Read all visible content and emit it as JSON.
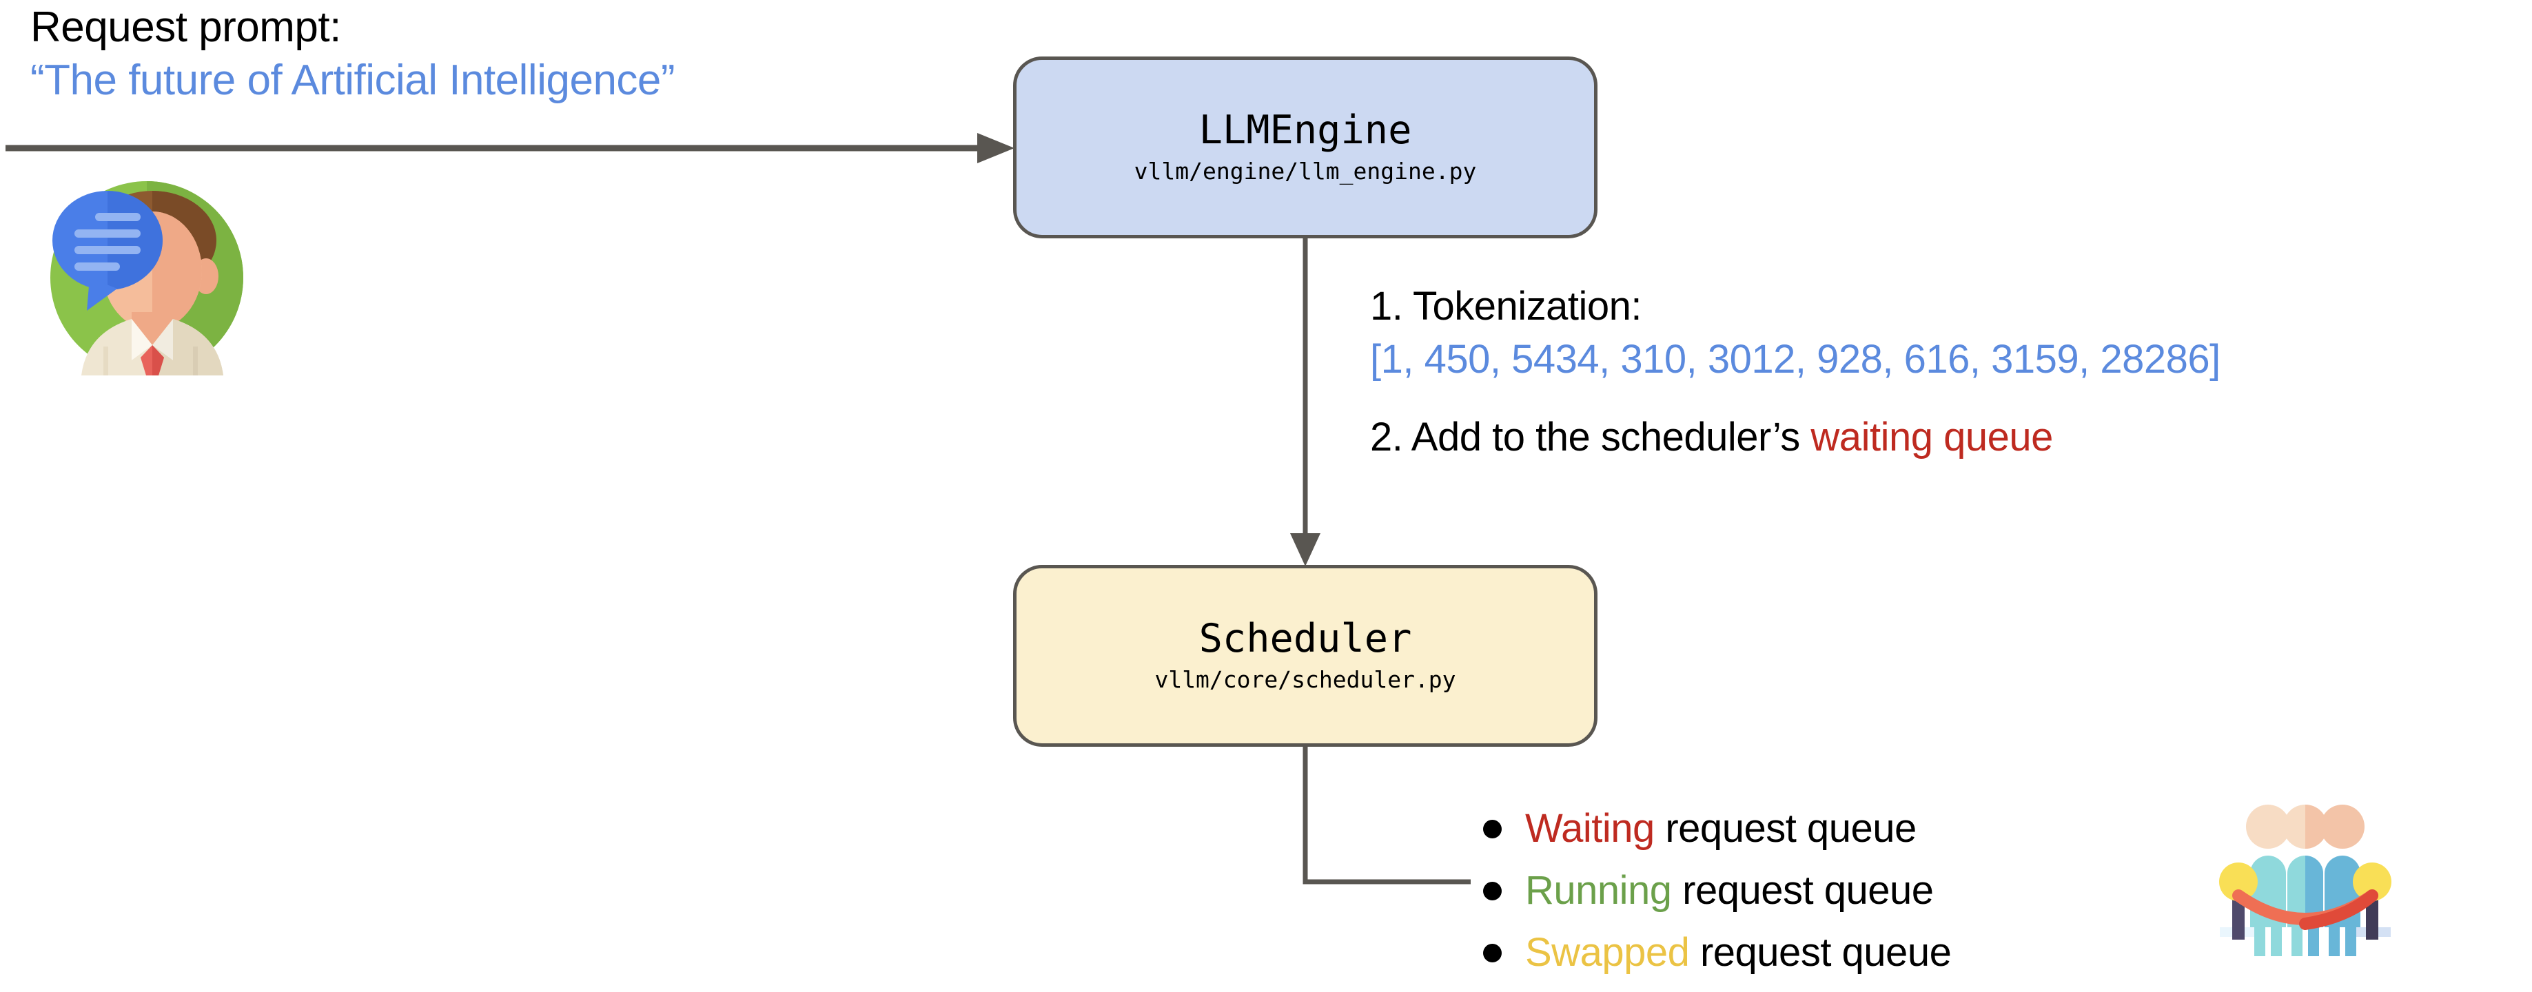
{
  "prompt": {
    "label": "Request prompt:",
    "text": "“The future of Artificial Intelligence”"
  },
  "nodes": {
    "llm_engine": {
      "title": "LLMEngine",
      "subtitle": "vllm/engine/llm_engine.py",
      "fill": "#ccd9f2",
      "border": "#595651"
    },
    "scheduler": {
      "title": "Scheduler",
      "subtitle": "vllm/core/scheduler.py",
      "fill": "#fbf0cf",
      "border": "#595651"
    }
  },
  "steps": {
    "step1_label": "1. Tokenization:",
    "step1_tokens": "[1, 450, 5434, 310, 3012, 928, 616, 3159, 28286]",
    "step2_prefix": "2. Add to the scheduler’s ",
    "step2_highlight": "waiting queue"
  },
  "queues": {
    "items": [
      {
        "keyword": "Waiting",
        "rest": " request queue",
        "color": "#be2a20"
      },
      {
        "keyword": "Running",
        "rest": " request queue",
        "color": "#6ba04a"
      },
      {
        "keyword": "Swapped",
        "rest": " request queue",
        "color": "#ebc344"
      }
    ]
  },
  "icons": {
    "user_avatar": "user-avatar-with-speech-bubble-icon",
    "queue_people": "people-waiting-in-line-icon"
  },
  "colors": {
    "accent_blue": "#5b8ade",
    "red": "#be2a20",
    "green": "#6ba04a",
    "gold": "#ebc344",
    "line_gray": "#595651",
    "text_black": "#000000"
  }
}
